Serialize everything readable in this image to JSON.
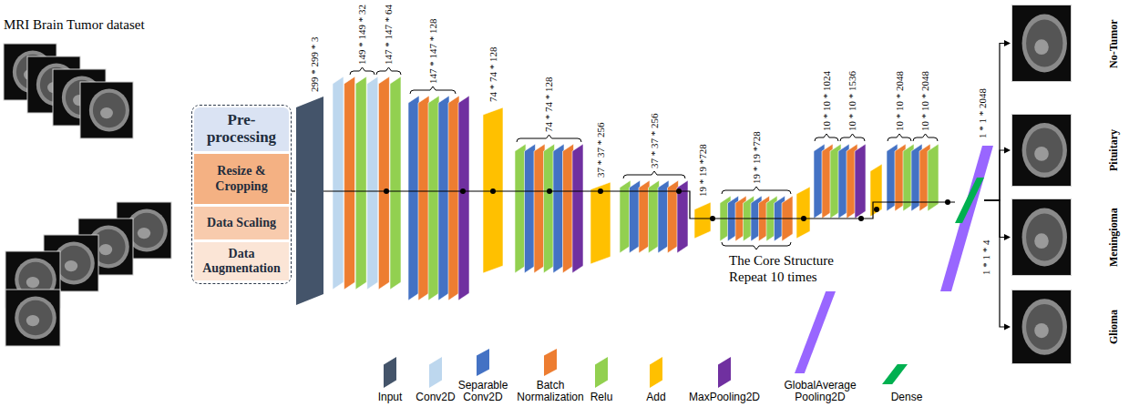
{
  "diagram": {
    "nodes": [
      {
        "text": [
          "Pre-processing"
        ]
      },
      {
        "text": [
          "Resize & Cropping"
        ],
        "in": 0
      },
      {
        "text": [
          "Data Scaling"
        ],
        "in": 0
      },
      {
        "text": [
          "Data Augmentation"
        ],
        "in": 0
      },
      {
        "text": [
          "299 * 299 * 3"
        ]
      },
      {
        "text": [
          "1 * 1 * 4"
        ]
      },
      {
        "text": [
          "No-Tumor"
        ]
      },
      {
        "text": [
          "Pituitary"
        ]
      },
      {
        "text": [
          "Meningioma"
        ]
      },
      {
        "text": [
          "Glioma"
        ]
      }
    ],
    "edges": [
      {
        "from": 0,
        "to": 4,
        "arrow": "none"
      },
      {
        "from": 5,
        "to": 6,
        "arrow": "to"
      },
      {
        "from": 5,
        "to": 7,
        "arrow": "to"
      },
      {
        "from": 5,
        "to": 8,
        "arrow": "to"
      },
      {
        "from": 5,
        "to": 9,
        "arrow": "to"
      }
    ],
    "labels": [
      "MRI Brain Tumor dataset",
      "149 * 149 * 32",
      "147 * 147 * 64",
      "147 * 147 * 128",
      "74 * 74 * 128",
      "74 * 74 * 128",
      "37 * 37 * 256",
      "37 * 37 * 256",
      "19 * 19 *728",
      "19 * 19 *728",
      "The Core Structure Repeat 10 times",
      "10 * 10 * 1024",
      "10 * 10 * 1536",
      "10 * 10 * 2048",
      "10 * 10 * 2048",
      "1 * 1 * 2048"
    ],
    "legend": [
      {
        "text": "Input",
        "color": "#44546a"
      },
      {
        "text": "Conv2D",
        "color": "#bdd7ee"
      },
      {
        "text": "Separable Conv2D",
        "color": "#4472c4"
      },
      {
        "text": "Batch Normalization",
        "color": "#ed7d31"
      },
      {
        "text": "Relu",
        "color": "#92d050"
      },
      {
        "text": "Add",
        "color": "#ffc000"
      },
      {
        "text": "MaxPooling2D",
        "color": "#7030a0"
      },
      {
        "text": "GlobalAverage Pooling2D",
        "color": "#9966ff"
      },
      {
        "text": "Dense",
        "color": "#00b050"
      }
    ]
  }
}
